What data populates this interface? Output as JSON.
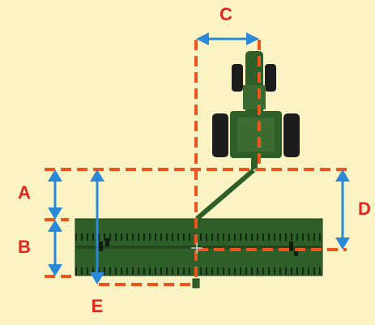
{
  "colors": {
    "background": "#fbf3c4",
    "dimension_line": "#f0531c",
    "arrow": "#2a89d6",
    "label": "#e3251c",
    "equipment_green": "#2f5f28",
    "equipment_dark": "#1f3a1c"
  },
  "labels": {
    "a": "A",
    "b": "B",
    "c": "C",
    "d": "D",
    "e": "E"
  },
  "icons": {
    "tractor": "tractor-topview-icon",
    "implement": "seeder-implement-icon"
  }
}
